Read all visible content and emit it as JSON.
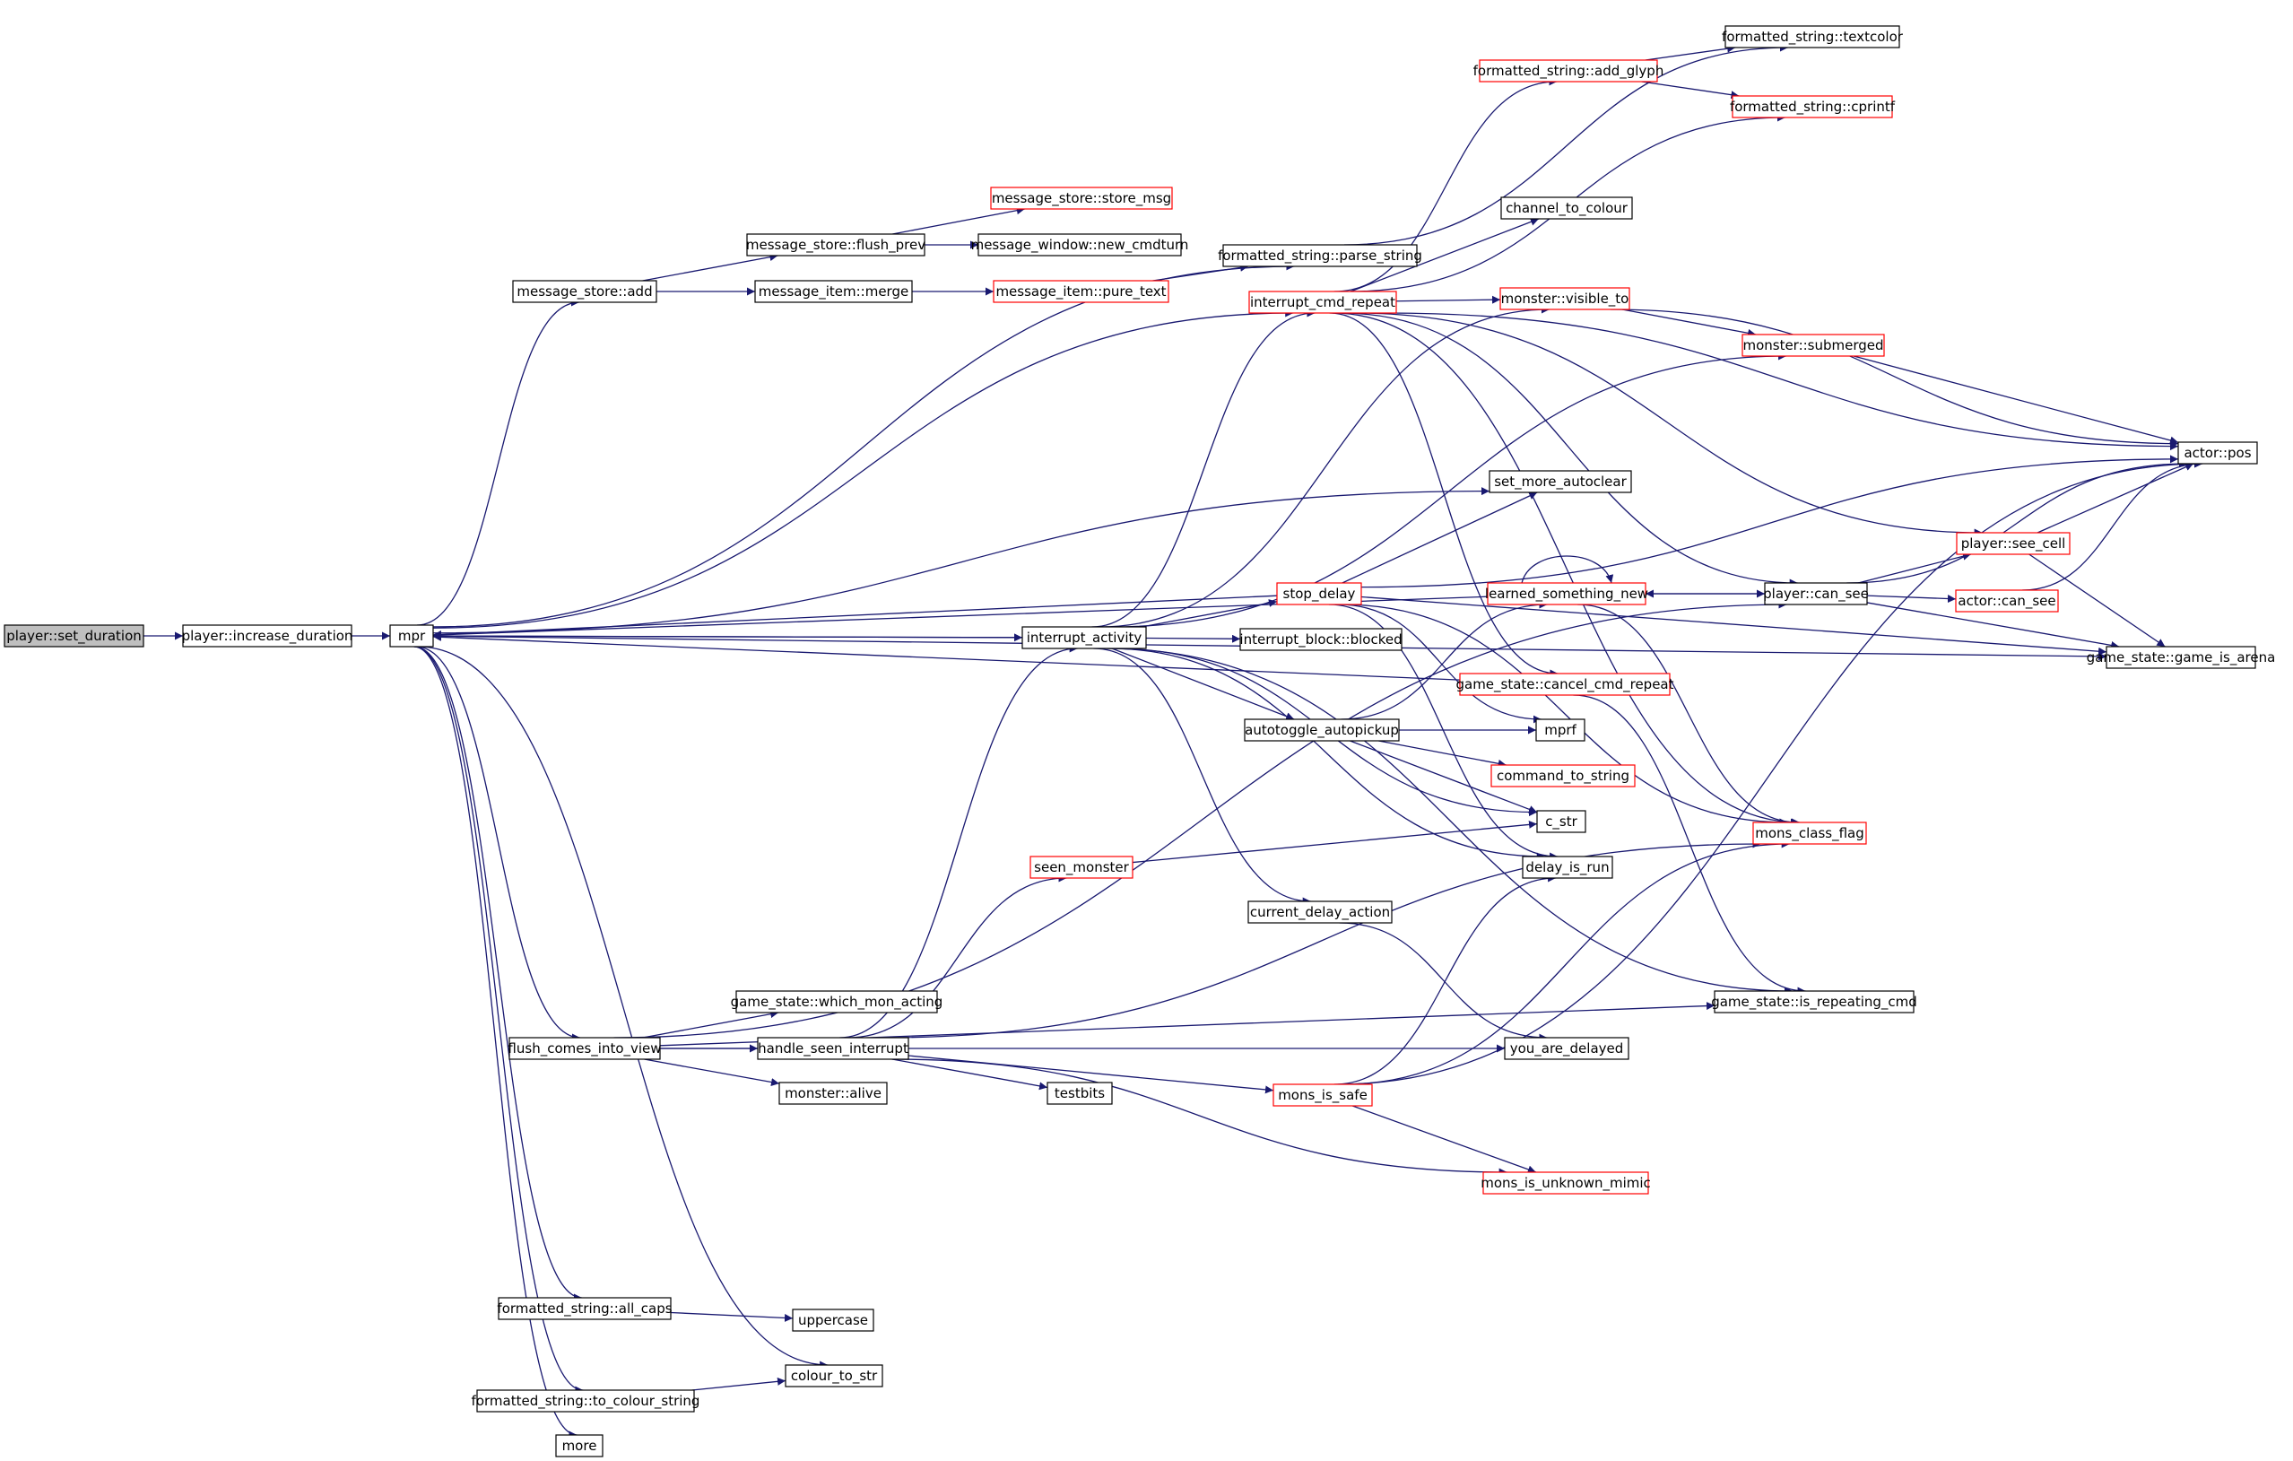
{
  "diagram": {
    "colors": {
      "edge": "#191970",
      "node_border": "#000000",
      "node_border_truncated": "#ff0000",
      "root_fill": "#bfbfbf"
    },
    "nodes": [
      {
        "id": "set_duration",
        "label": "player::set_duration",
        "style": "root"
      },
      {
        "id": "increase_duration",
        "label": "player::increase_duration",
        "style": "normal"
      },
      {
        "id": "mpr",
        "label": "mpr",
        "style": "normal"
      },
      {
        "id": "ms_add",
        "label": "message_store::add",
        "style": "normal"
      },
      {
        "id": "ms_flush_prev",
        "label": "message_store::flush_prev",
        "style": "normal"
      },
      {
        "id": "ms_store_msg",
        "label": "message_store::store_msg",
        "style": "truncated"
      },
      {
        "id": "mw_new_cmdturn",
        "label": "message_window::new_cmdturn",
        "style": "normal"
      },
      {
        "id": "mi_merge",
        "label": "message_item::merge",
        "style": "normal"
      },
      {
        "id": "mi_pure_text",
        "label": "message_item::pure_text",
        "style": "truncated"
      },
      {
        "id": "fs_parse_string",
        "label": "formatted_string::parse_string",
        "style": "normal"
      },
      {
        "id": "fs_textcolor",
        "label": "formatted_string::textcolor",
        "style": "normal"
      },
      {
        "id": "fs_add_glyph",
        "label": "formatted_string::add_glyph",
        "style": "truncated"
      },
      {
        "id": "fs_cprintf",
        "label": "formatted_string::cprintf",
        "style": "truncated"
      },
      {
        "id": "channel_to_colour",
        "label": "channel_to_colour",
        "style": "normal"
      },
      {
        "id": "interrupt_cmd_repeat",
        "label": "interrupt_cmd_repeat",
        "style": "truncated"
      },
      {
        "id": "monster_visible_to",
        "label": "monster::visible_to",
        "style": "truncated"
      },
      {
        "id": "monster_submerged",
        "label": "monster::submerged",
        "style": "truncated"
      },
      {
        "id": "actor_pos",
        "label": "actor::pos",
        "style": "normal"
      },
      {
        "id": "set_more_autoclear",
        "label": "set_more_autoclear",
        "style": "normal"
      },
      {
        "id": "player_see_cell",
        "label": "player::see_cell",
        "style": "truncated"
      },
      {
        "id": "stop_delay",
        "label": "stop_delay",
        "style": "truncated"
      },
      {
        "id": "learned_something_new",
        "label": "learned_something_new",
        "style": "truncated"
      },
      {
        "id": "player_can_see",
        "label": "player::can_see",
        "style": "normal"
      },
      {
        "id": "actor_can_see",
        "label": "actor::can_see",
        "style": "truncated"
      },
      {
        "id": "interrupt_activity",
        "label": "interrupt_activity",
        "style": "normal"
      },
      {
        "id": "interrupt_block_blocked",
        "label": "interrupt_block::blocked",
        "style": "normal"
      },
      {
        "id": "game_is_arena",
        "label": "game_state::game_is_arena",
        "style": "normal"
      },
      {
        "id": "cancel_cmd_repeat",
        "label": "game_state::cancel_cmd_repeat",
        "style": "truncated"
      },
      {
        "id": "autotoggle_autopickup",
        "label": "autotoggle_autopickup",
        "style": "normal"
      },
      {
        "id": "mprf",
        "label": "mprf",
        "style": "normal"
      },
      {
        "id": "command_to_string",
        "label": "command_to_string",
        "style": "truncated"
      },
      {
        "id": "c_str",
        "label": "c_str",
        "style": "normal"
      },
      {
        "id": "mons_class_flag",
        "label": "mons_class_flag",
        "style": "truncated"
      },
      {
        "id": "seen_monster",
        "label": "seen_monster",
        "style": "truncated"
      },
      {
        "id": "delay_is_run",
        "label": "delay_is_run",
        "style": "normal"
      },
      {
        "id": "current_delay_action",
        "label": "current_delay_action",
        "style": "normal"
      },
      {
        "id": "which_mon_acting",
        "label": "game_state::which_mon_acting",
        "style": "normal"
      },
      {
        "id": "is_repeating_cmd",
        "label": "game_state::is_repeating_cmd",
        "style": "normal"
      },
      {
        "id": "flush_comes_into_view",
        "label": "flush_comes_into_view",
        "style": "normal"
      },
      {
        "id": "handle_seen_interrupt",
        "label": "handle_seen_interrupt",
        "style": "normal"
      },
      {
        "id": "you_are_delayed",
        "label": "you_are_delayed",
        "style": "normal"
      },
      {
        "id": "monster_alive",
        "label": "monster::alive",
        "style": "normal"
      },
      {
        "id": "testbits",
        "label": "testbits",
        "style": "normal"
      },
      {
        "id": "mons_is_safe",
        "label": "mons_is_safe",
        "style": "truncated"
      },
      {
        "id": "mons_is_unknown_mimic",
        "label": "mons_is_unknown_mimic",
        "style": "truncated"
      },
      {
        "id": "fs_all_caps",
        "label": "formatted_string::all_caps",
        "style": "normal"
      },
      {
        "id": "uppercase",
        "label": "uppercase",
        "style": "normal"
      },
      {
        "id": "colour_to_str",
        "label": "colour_to_str",
        "style": "normal"
      },
      {
        "id": "fs_to_colour_string",
        "label": "formatted_string::to_colour_string",
        "style": "normal"
      },
      {
        "id": "more",
        "label": "more",
        "style": "normal"
      }
    ],
    "edges": [
      [
        "set_duration",
        "increase_duration"
      ],
      [
        "increase_duration",
        "mpr"
      ],
      [
        "mpr",
        "ms_add"
      ],
      [
        "mpr",
        "fs_parse_string"
      ],
      [
        "mpr",
        "interrupt_cmd_repeat"
      ],
      [
        "mpr",
        "set_more_autoclear"
      ],
      [
        "mpr",
        "interrupt_activity"
      ],
      [
        "mpr",
        "flush_comes_into_view"
      ],
      [
        "mpr",
        "game_is_arena"
      ],
      [
        "mpr",
        "fs_all_caps"
      ],
      [
        "mpr",
        "colour_to_str"
      ],
      [
        "mpr",
        "fs_to_colour_string"
      ],
      [
        "mpr",
        "more"
      ],
      [
        "ms_add",
        "ms_flush_prev"
      ],
      [
        "ms_add",
        "mi_merge"
      ],
      [
        "ms_flush_prev",
        "ms_store_msg"
      ],
      [
        "ms_flush_prev",
        "mw_new_cmdturn"
      ],
      [
        "mi_merge",
        "mi_pure_text"
      ],
      [
        "mi_pure_text",
        "fs_parse_string"
      ],
      [
        "fs_parse_string",
        "fs_textcolor"
      ],
      [
        "fs_add_glyph",
        "fs_textcolor"
      ],
      [
        "fs_add_glyph",
        "fs_cprintf"
      ],
      [
        "interrupt_cmd_repeat",
        "fs_add_glyph"
      ],
      [
        "interrupt_cmd_repeat",
        "fs_cprintf"
      ],
      [
        "interrupt_cmd_repeat",
        "channel_to_colour"
      ],
      [
        "interrupt_cmd_repeat",
        "actor_pos"
      ],
      [
        "interrupt_cmd_repeat",
        "monster_visible_to"
      ],
      [
        "interrupt_cmd_repeat",
        "player_see_cell"
      ],
      [
        "interrupt_cmd_repeat",
        "player_can_see"
      ],
      [
        "interrupt_cmd_repeat",
        "mons_class_flag"
      ],
      [
        "interrupt_cmd_repeat",
        "cancel_cmd_repeat"
      ],
      [
        "monster_visible_to",
        "monster_submerged"
      ],
      [
        "monster_visible_to",
        "actor_pos"
      ],
      [
        "monster_submerged",
        "actor_pos"
      ],
      [
        "interrupt_activity",
        "mpr"
      ],
      [
        "interrupt_activity",
        "interrupt_cmd_repeat"
      ],
      [
        "interrupt_activity",
        "monster_visible_to"
      ],
      [
        "interrupt_activity",
        "monster_submerged"
      ],
      [
        "interrupt_activity",
        "stop_delay"
      ],
      [
        "interrupt_activity",
        "interrupt_block_blocked"
      ],
      [
        "interrupt_activity",
        "autotoggle_autopickup"
      ],
      [
        "interrupt_activity",
        "c_str"
      ],
      [
        "interrupt_activity",
        "delay_is_run"
      ],
      [
        "interrupt_activity",
        "current_delay_action"
      ],
      [
        "interrupt_activity",
        "is_repeating_cmd"
      ],
      [
        "stop_delay",
        "mpr"
      ],
      [
        "stop_delay",
        "set_more_autoclear"
      ],
      [
        "stop_delay",
        "actor_pos"
      ],
      [
        "stop_delay",
        "mprf"
      ],
      [
        "stop_delay",
        "delay_is_run"
      ],
      [
        "stop_delay",
        "game_is_arena"
      ],
      [
        "stop_delay",
        "mons_class_flag"
      ],
      [
        "learned_something_new",
        "mpr"
      ],
      [
        "learned_something_new",
        "learned_something_new"
      ],
      [
        "learned_something_new",
        "player_can_see"
      ],
      [
        "learned_something_new",
        "mons_class_flag"
      ],
      [
        "player_can_see",
        "player_see_cell"
      ],
      [
        "player_can_see",
        "actor_can_see"
      ],
      [
        "player_can_see",
        "actor_pos"
      ],
      [
        "player_can_see",
        "learned_something_new"
      ],
      [
        "player_can_see",
        "game_is_arena"
      ],
      [
        "player_see_cell",
        "actor_pos"
      ],
      [
        "player_see_cell",
        "game_is_arena"
      ],
      [
        "actor_can_see",
        "actor_pos"
      ],
      [
        "cancel_cmd_repeat",
        "mpr"
      ],
      [
        "cancel_cmd_repeat",
        "is_repeating_cmd"
      ],
      [
        "autotoggle_autopickup",
        "learned_something_new"
      ],
      [
        "autotoggle_autopickup",
        "mprf"
      ],
      [
        "autotoggle_autopickup",
        "command_to_string"
      ],
      [
        "autotoggle_autopickup",
        "c_str"
      ],
      [
        "seen_monster",
        "c_str"
      ],
      [
        "current_delay_action",
        "you_are_delayed"
      ],
      [
        "flush_comes_into_view",
        "which_mon_acting"
      ],
      [
        "flush_comes_into_view",
        "handle_seen_interrupt"
      ],
      [
        "flush_comes_into_view",
        "monster_alive"
      ],
      [
        "flush_comes_into_view",
        "player_can_see"
      ],
      [
        "flush_comes_into_view",
        "you_are_delayed"
      ],
      [
        "flush_comes_into_view",
        "is_repeating_cmd"
      ],
      [
        "handle_seen_interrupt",
        "interrupt_activity"
      ],
      [
        "handle_seen_interrupt",
        "seen_monster"
      ],
      [
        "handle_seen_interrupt",
        "mons_class_flag"
      ],
      [
        "handle_seen_interrupt",
        "testbits"
      ],
      [
        "handle_seen_interrupt",
        "mons_is_safe"
      ],
      [
        "handle_seen_interrupt",
        "mons_is_unknown_mimic"
      ],
      [
        "mons_is_safe",
        "delay_is_run"
      ],
      [
        "mons_is_safe",
        "mons_class_flag"
      ],
      [
        "mons_is_safe",
        "actor_pos"
      ],
      [
        "mons_is_safe",
        "mons_is_unknown_mimic"
      ],
      [
        "fs_all_caps",
        "uppercase"
      ],
      [
        "fs_to_colour_string",
        "colour_to_str"
      ]
    ]
  }
}
